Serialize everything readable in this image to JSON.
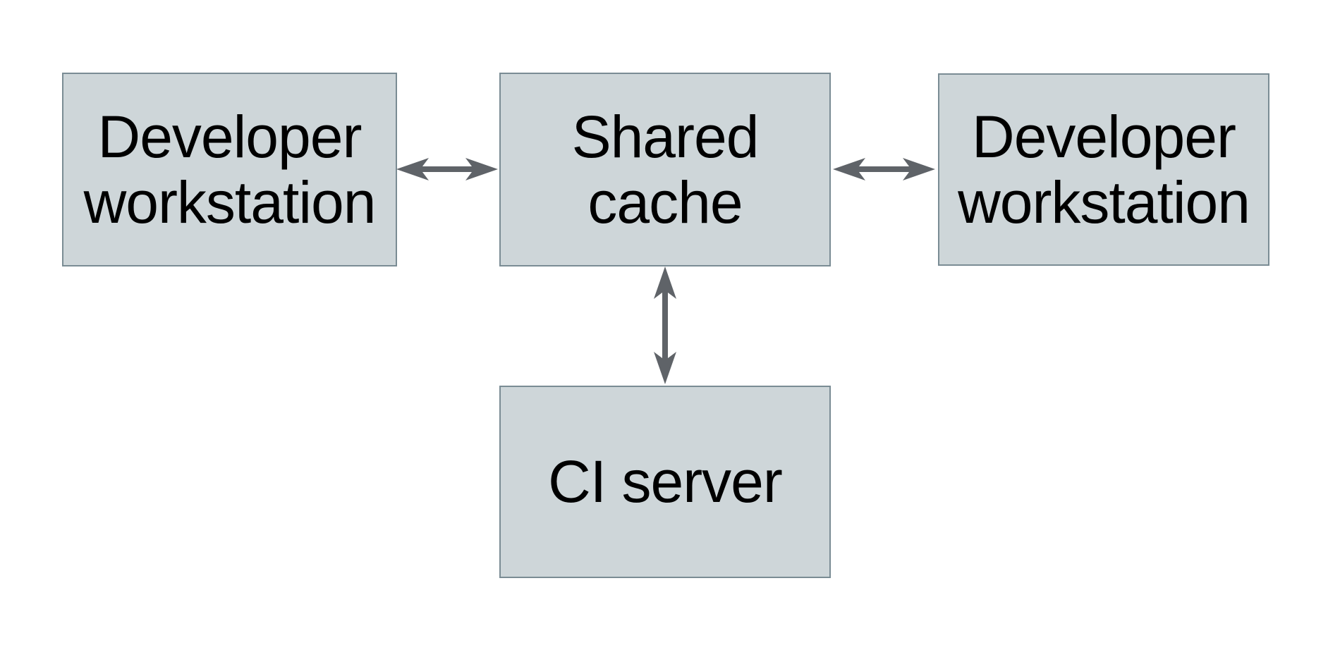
{
  "diagram": {
    "description": "Shared cache topology diagram",
    "nodes": [
      {
        "id": "developer-workstation-left",
        "label": "Developer\nworkstation"
      },
      {
        "id": "shared-cache",
        "label": "Shared\ncache"
      },
      {
        "id": "developer-workstation-right",
        "label": "Developer\nworkstation"
      },
      {
        "id": "ci-server",
        "label": "CI server"
      }
    ],
    "edges": [
      {
        "from": "developer-workstation-left",
        "to": "shared-cache",
        "type": "bidirectional"
      },
      {
        "from": "developer-workstation-right",
        "to": "shared-cache",
        "type": "bidirectional"
      },
      {
        "from": "ci-server",
        "to": "shared-cache",
        "type": "bidirectional"
      }
    ],
    "colors": {
      "background": "#ffffff",
      "node_fill": "#ced6d9",
      "node_border": "#7a8c94",
      "text": "#000000",
      "arrow": "#5f6368"
    }
  }
}
